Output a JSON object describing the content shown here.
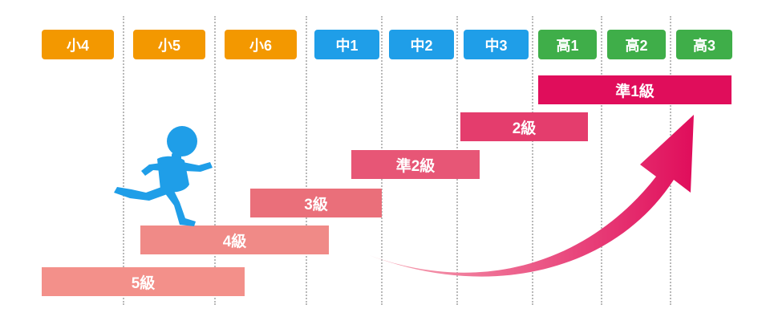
{
  "grades": [
    {
      "label": "小4",
      "color": "#f39800"
    },
    {
      "label": "小5",
      "color": "#f39800"
    },
    {
      "label": "小6",
      "color": "#f39800"
    },
    {
      "label": "中1",
      "color": "#1f9ee8"
    },
    {
      "label": "中2",
      "color": "#1f9ee8"
    },
    {
      "label": "中3",
      "color": "#1f9ee8"
    },
    {
      "label": "高1",
      "color": "#3fae49"
    },
    {
      "label": "高2",
      "color": "#3fae49"
    },
    {
      "label": "高3",
      "color": "#3fae49"
    }
  ],
  "levels": [
    {
      "label": "5級",
      "color": "#f3908a"
    },
    {
      "label": "4級",
      "color": "#f08a87"
    },
    {
      "label": "3級",
      "color": "#ea6f7a"
    },
    {
      "label": "準2級",
      "color": "#e75676"
    },
    {
      "label": "2級",
      "color": "#e43d6d"
    },
    {
      "label": "準1級",
      "color": "#e00d5b"
    }
  ],
  "colors": {
    "runner": "#1f9ee8",
    "arrow_start": "#f7a9b6",
    "arrow_end": "#e00d5b",
    "divider": "#b9b9b9"
  },
  "icons": {
    "runner": "running-child-icon",
    "arrow": "upward-curved-arrow-icon"
  }
}
